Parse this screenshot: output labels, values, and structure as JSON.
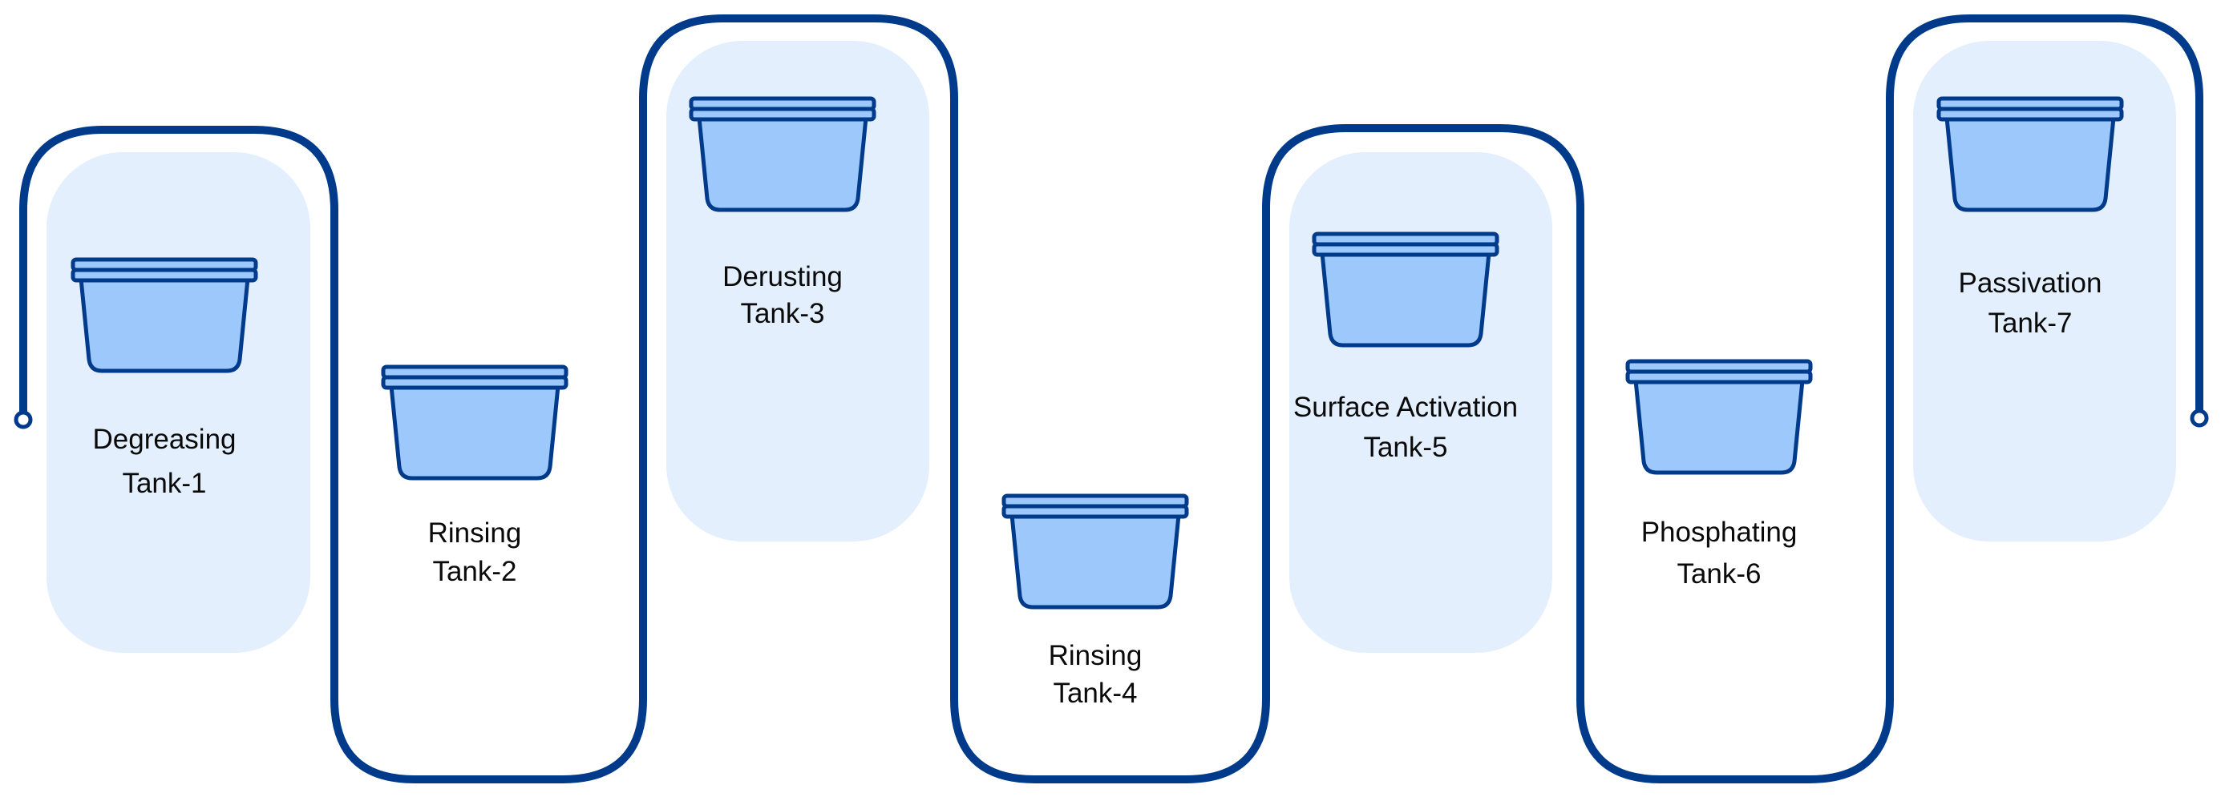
{
  "title": "Surface treatment tank process line",
  "colors": {
    "path": "#003A8A",
    "tank_outline": "#003A8A",
    "tank_fill": "#9CC8FB",
    "highlight_panel": "#E3EFFD",
    "text": "#0A0A0A",
    "background": "#FFFFFF"
  },
  "flow": {
    "start_marker": "start-node",
    "end_marker": "end-node"
  },
  "stages": [
    {
      "step": 1,
      "process": "Degreasing",
      "tank": "Tank-1",
      "highlighted": true
    },
    {
      "step": 2,
      "process": "Rinsing",
      "tank": "Tank-2",
      "highlighted": false
    },
    {
      "step": 3,
      "process": "Derusting",
      "tank": "Tank-3",
      "highlighted": true
    },
    {
      "step": 4,
      "process": "Rinsing",
      "tank": "Tank-4",
      "highlighted": false
    },
    {
      "step": 5,
      "process": "Surface Activation",
      "tank": "Tank-5",
      "highlighted": true
    },
    {
      "step": 6,
      "process": "Phosphating",
      "tank": "Tank-6",
      "highlighted": false
    },
    {
      "step": 7,
      "process": "Passivation",
      "tank": "Tank-7",
      "highlighted": true
    }
  ]
}
